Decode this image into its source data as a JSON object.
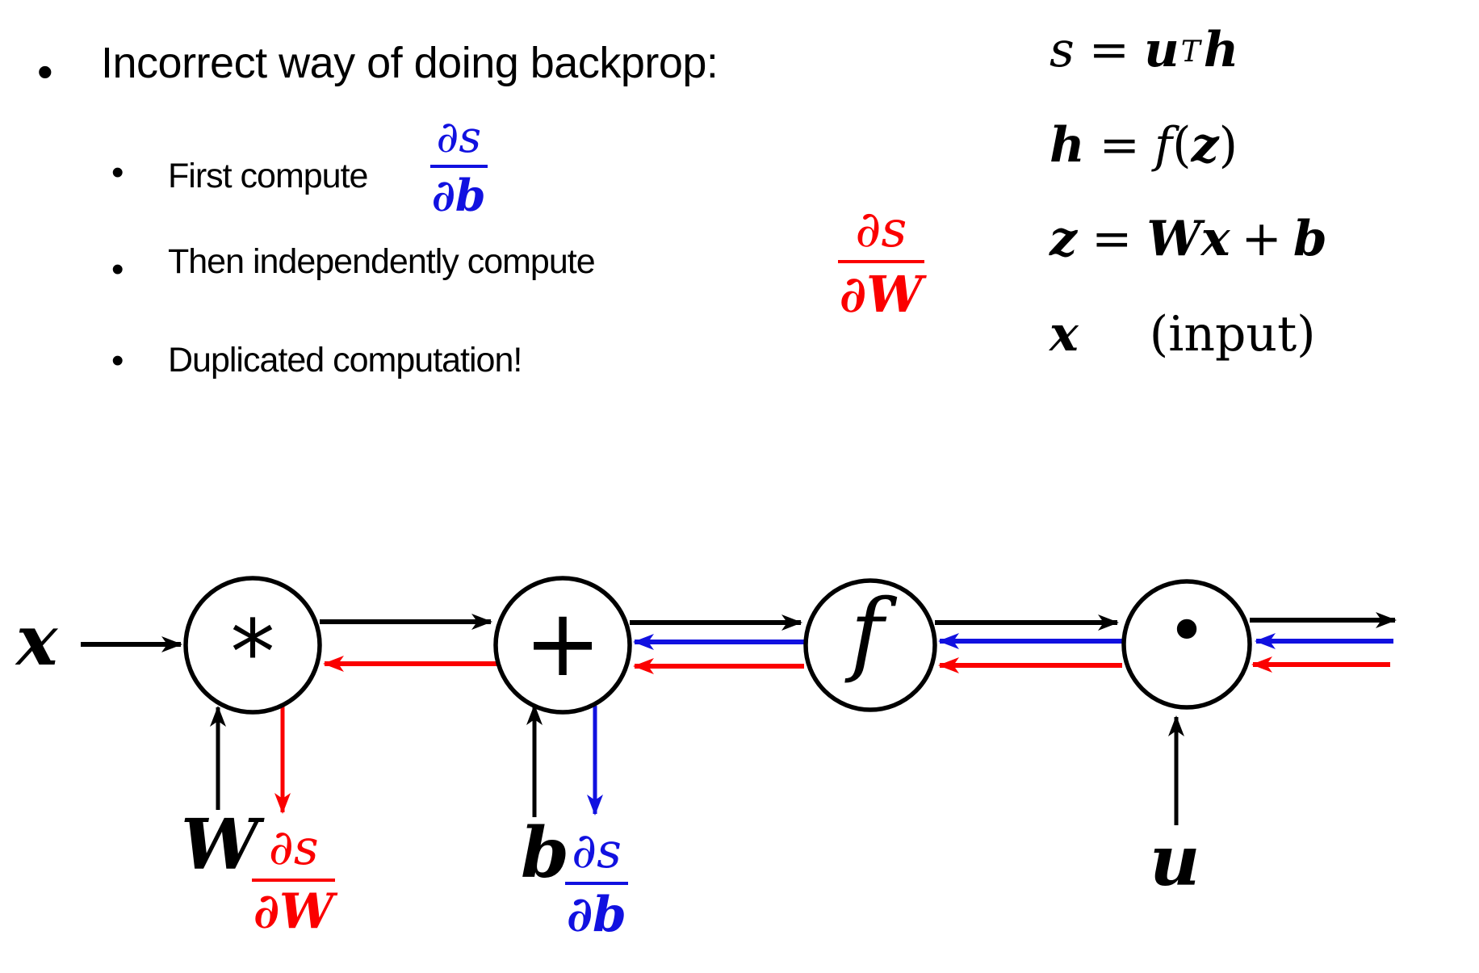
{
  "colors": {
    "black": "#000000",
    "red": "#fb0000",
    "blue": "#1111e0"
  },
  "bullets": {
    "marker": "•",
    "title": "Incorrect way of doing backprop:",
    "items": [
      {
        "text": "First compute",
        "frac_num": "∂s",
        "frac_den": "∂b"
      },
      {
        "text": "Then independently compute",
        "frac_num": "∂s",
        "frac_den": "∂W"
      },
      {
        "text": "Duplicated computation!"
      }
    ]
  },
  "equations": {
    "eq1": {
      "lhs": "s",
      "rel": "=",
      "u": "u",
      "sup": "T",
      "h": "h"
    },
    "eq2": {
      "lhs": "h",
      "rel": "=",
      "f": "f",
      "open": "(",
      "z": "z",
      "close": ")"
    },
    "eq3": {
      "lhs": "z",
      "rel": "=",
      "W": "W",
      "x": "x",
      "plus": "+",
      "b": "b"
    },
    "eq4": {
      "lhs": "x",
      "note": "(input)"
    }
  },
  "graph": {
    "node_mul": "*",
    "node_add": "+",
    "node_f": "f",
    "node_dot": "•",
    "label_x": "x",
    "label_W": "W",
    "label_b": "b",
    "label_u": "u",
    "grad_W_num": "∂s",
    "grad_W_den": "∂W",
    "grad_b_num": "∂s",
    "grad_b_den": "∂b"
  }
}
